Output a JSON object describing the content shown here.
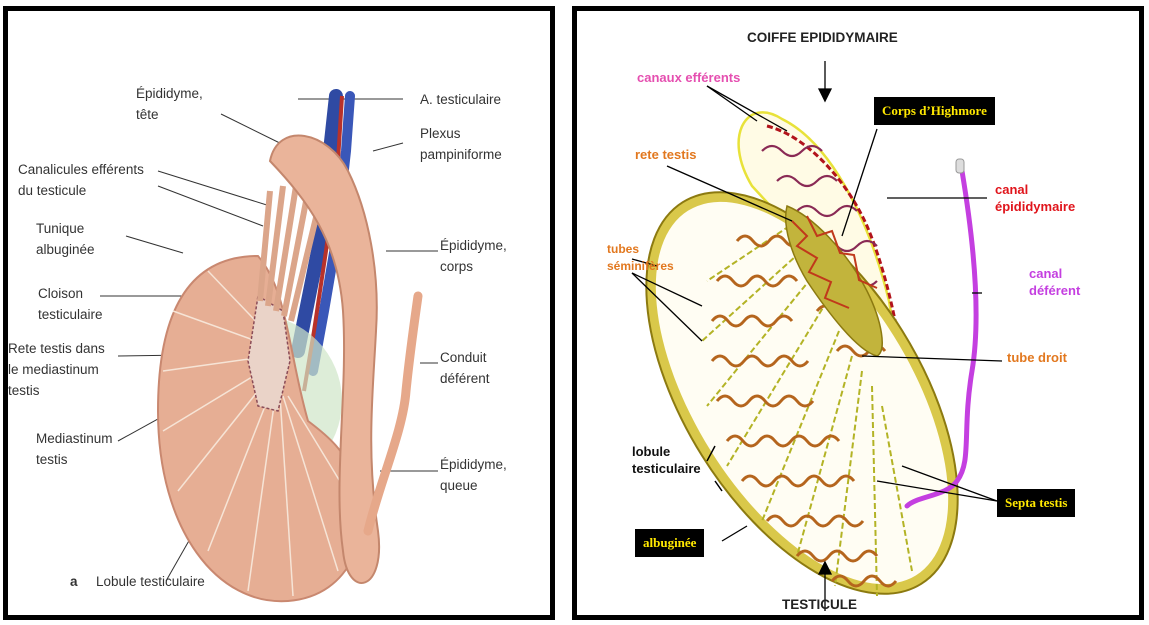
{
  "left_panel": {
    "panel_letter": "a",
    "labels": {
      "epididyme_tete": "Épididyme,\ntête",
      "a_testiculaire": "A. testiculaire",
      "plexus": "Plexus\npampiniforme",
      "canalicules": "Canalicules efférents\ndu testicule",
      "tunique": "Tunique\nalbuginée",
      "epididyme_corps": "Épididyme,\ncorps",
      "cloison": "Cloison\ntesticulaire",
      "rete_testis": "Rete testis dans\nle mediastinum\ntestis",
      "conduit": "Conduit\ndéférent",
      "mediastinum": "Mediastinum\ntestis",
      "epididyme_queue": "Épididyme,\nqueue",
      "lobule": "Lobule testiculaire"
    }
  },
  "right_panel": {
    "labels": {
      "coiffe": "COIFFE EPIDIDYMAIRE",
      "canaux_efferents": "canaux efférents",
      "corps_highmore": "Corps d’Highmore",
      "rete_testis": "rete testis",
      "canal_epididymaire": "canal\népididymaire",
      "tubes_seminiferes": "tubes\nséminifères",
      "canal_deferent": "canal\ndéférent",
      "tube_droit": "tube droit",
      "lobule_testiculaire": "lobule\ntesticulaire",
      "septa_testis": "Septa testis",
      "albuginee": "albuginée",
      "testicule": "TESTICULE"
    }
  },
  "colors": {
    "pink": "#e54fb0",
    "red": "#e0141b",
    "orange": "#e2781f",
    "violet": "#c43fe0",
    "box_text": "#ffe800",
    "tissue": "#e6ae94",
    "tissue_dark": "#cf8c72",
    "vein": "#2f4aa3",
    "yellow_shell": "#c9b62a",
    "tubule": "#b5651d"
  }
}
